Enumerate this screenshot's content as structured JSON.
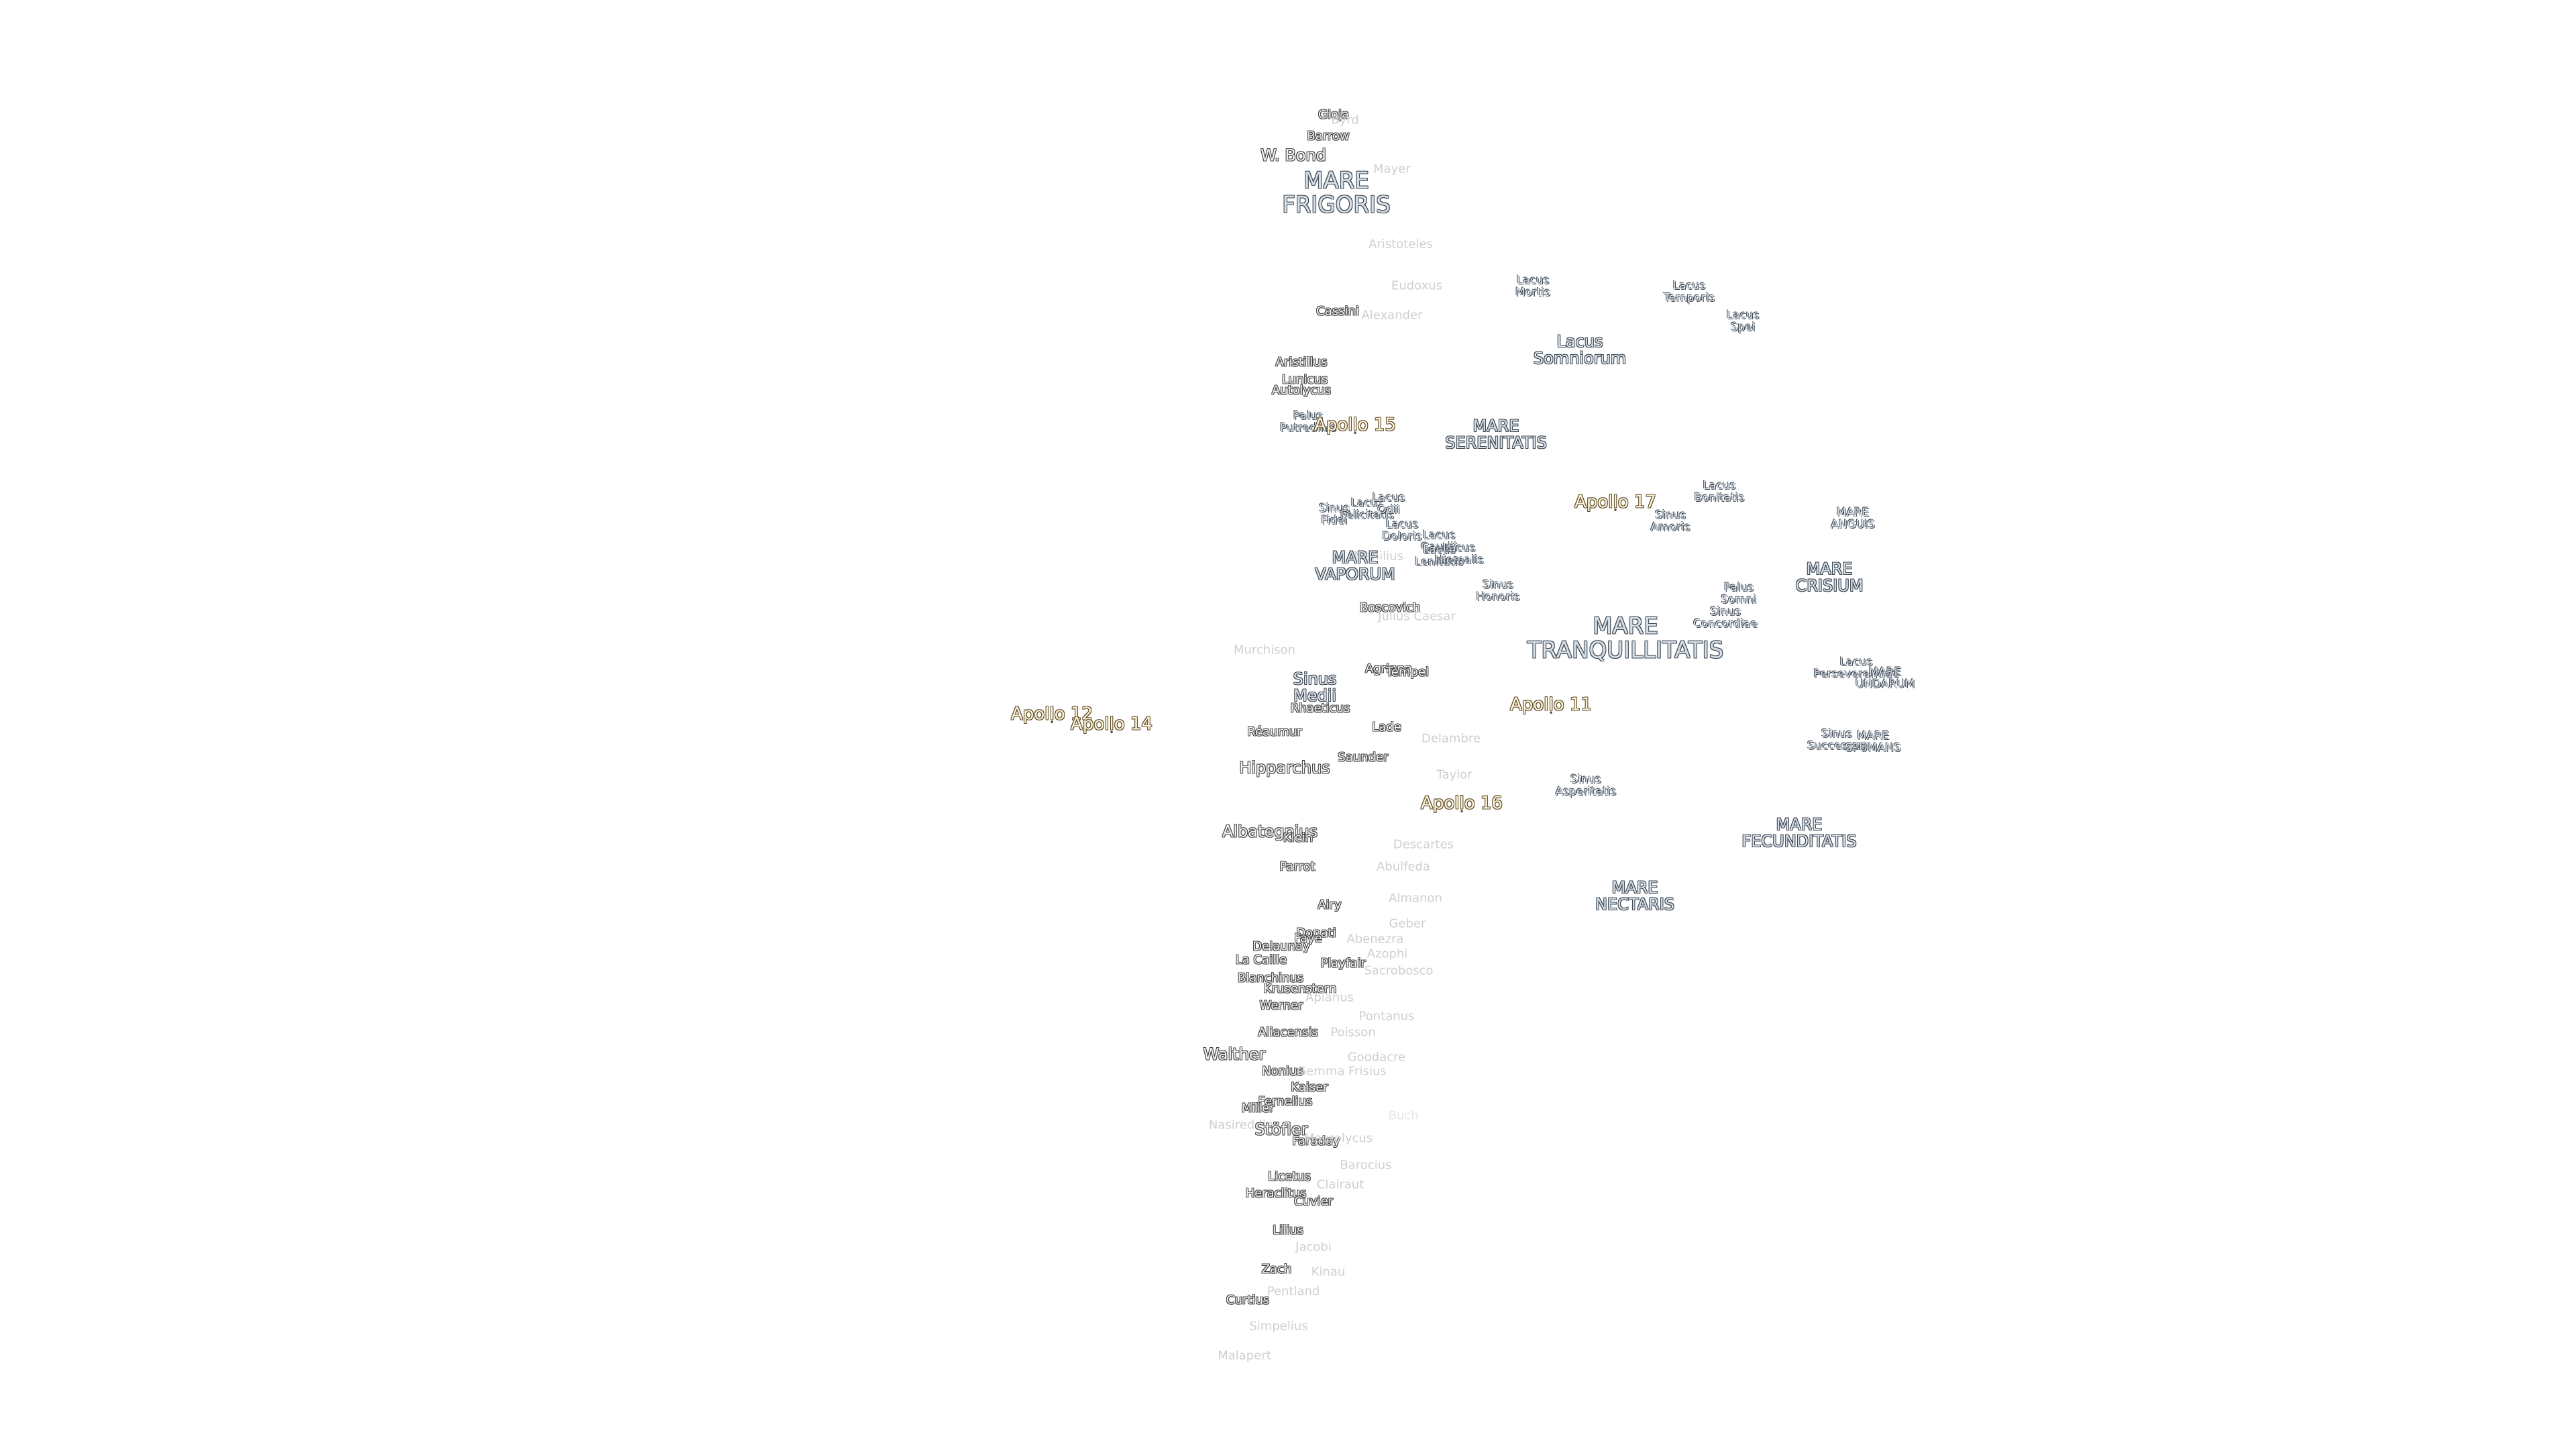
{
  "map": {
    "labels": [
      {
        "text": "Gioja",
        "kind": "crater"
      },
      {
        "text": "Byrd",
        "kind": "faint"
      },
      {
        "text": "Barrow",
        "kind": "crater"
      },
      {
        "text": "W. Bond",
        "kind": "crater-l"
      },
      {
        "text": "Mayer",
        "kind": "faint"
      },
      {
        "text": "MARE\nFRIGORIS",
        "kind": "sea"
      },
      {
        "text": "Aristoteles",
        "kind": "faint"
      },
      {
        "text": "Eudoxus",
        "kind": "faint"
      },
      {
        "text": "Lacus\nMortis",
        "kind": "lake"
      },
      {
        "text": "Lacus\nTemporis",
        "kind": "lake"
      },
      {
        "text": "Lacus\nSpei",
        "kind": "lake"
      },
      {
        "text": "Cassini",
        "kind": "crater"
      },
      {
        "text": "Alexander",
        "kind": "faint"
      },
      {
        "text": "Lacus\nSomniorum",
        "kind": "lake-l"
      },
      {
        "text": "Aristillus",
        "kind": "crater"
      },
      {
        "text": "Lunicus",
        "kind": "crater"
      },
      {
        "text": "Autolycus",
        "kind": "crater"
      },
      {
        "text": "Palus\nPutredinis",
        "kind": "lake"
      },
      {
        "text": "Apollo 15",
        "kind": "apollo"
      },
      {
        "text": "MARE\nSERENITATIS",
        "kind": "sea-s"
      },
      {
        "text": "Apollo 17",
        "kind": "apollo"
      },
      {
        "text": "Lacus\nBonitatis",
        "kind": "lake"
      },
      {
        "text": "Sinus\nAmoris",
        "kind": "lake"
      },
      {
        "text": "MARE\nANGUIS",
        "kind": "lake"
      },
      {
        "text": "Sinus\nFidei",
        "kind": "lake"
      },
      {
        "text": "Lacus\nFelicitatis",
        "kind": "lake"
      },
      {
        "text": "Lacus\nOdii",
        "kind": "lake"
      },
      {
        "text": "Lacus\nDoloris",
        "kind": "lake"
      },
      {
        "text": "Lacus\nGaudii",
        "kind": "lake"
      },
      {
        "text": "Lacus\nLenitatis",
        "kind": "lake"
      },
      {
        "text": "Lacus\nHiemalis",
        "kind": "lake"
      },
      {
        "text": "Manilius",
        "kind": "faint"
      },
      {
        "text": "MARE\nVAPORUM",
        "kind": "sea-s"
      },
      {
        "text": "Sinus\nHonoris",
        "kind": "lake"
      },
      {
        "text": "Palus\nSomni",
        "kind": "lake"
      },
      {
        "text": "Sinus\nConcordiae",
        "kind": "lake"
      },
      {
        "text": "MARE\nCRISIUM",
        "kind": "sea-s"
      },
      {
        "text": "Boscovich",
        "kind": "crater"
      },
      {
        "text": "Julius Caesar",
        "kind": "faint"
      },
      {
        "text": "MARE\nTRANQUILLITATIS",
        "kind": "sea"
      },
      {
        "text": "Murchison",
        "kind": "faint"
      },
      {
        "text": "Agrippa",
        "kind": "crater"
      },
      {
        "text": "Tempel",
        "kind": "crater"
      },
      {
        "text": "Sinus\nMedii",
        "kind": "lake-l"
      },
      {
        "text": "Rhaeticus",
        "kind": "crater"
      },
      {
        "text": "Lacus\nPerseverantiae",
        "kind": "lake"
      },
      {
        "text": "MARE\nUNDARUM",
        "kind": "lake"
      },
      {
        "text": "Apollo 11",
        "kind": "apollo"
      },
      {
        "text": "Apollo 12",
        "kind": "apollo"
      },
      {
        "text": "Apollo 14",
        "kind": "apollo"
      },
      {
        "text": "Réaumur",
        "kind": "crater"
      },
      {
        "text": "Lade",
        "kind": "crater"
      },
      {
        "text": "Delambre",
        "kind": "faint"
      },
      {
        "text": "Sinus\nSuccessus",
        "kind": "lake"
      },
      {
        "text": "MARE\nSPUMANS",
        "kind": "lake"
      },
      {
        "text": "Saunder",
        "kind": "crater"
      },
      {
        "text": "Hipparchus",
        "kind": "crater-l"
      },
      {
        "text": "Taylor",
        "kind": "faint"
      },
      {
        "text": "Sinus\nAsperitatis",
        "kind": "lake"
      },
      {
        "text": "Apollo 16",
        "kind": "apollo"
      },
      {
        "text": "Albategnius",
        "kind": "crater-l"
      },
      {
        "text": "Klein",
        "kind": "crater"
      },
      {
        "text": "MARE\nFECUNDITATIS",
        "kind": "sea-s"
      },
      {
        "text": "Descartes",
        "kind": "faint"
      },
      {
        "text": "Parrot",
        "kind": "crater"
      },
      {
        "text": "Abulfeda",
        "kind": "faint"
      },
      {
        "text": "MARE\nNECTARIS",
        "kind": "sea-s"
      },
      {
        "text": "Airy",
        "kind": "crater"
      },
      {
        "text": "Almanon",
        "kind": "faint"
      },
      {
        "text": "Geber",
        "kind": "faint"
      },
      {
        "text": "Donati",
        "kind": "crater"
      },
      {
        "text": "Faye",
        "kind": "crater"
      },
      {
        "text": "Abenezra",
        "kind": "faint"
      },
      {
        "text": "Delaunay",
        "kind": "crater"
      },
      {
        "text": "Azophi",
        "kind": "faint"
      },
      {
        "text": "La Caille",
        "kind": "crater"
      },
      {
        "text": "Playfair",
        "kind": "crater"
      },
      {
        "text": "Sacrobosco",
        "kind": "faint"
      },
      {
        "text": "Blanchinus",
        "kind": "crater"
      },
      {
        "text": "Krusenstern",
        "kind": "crater"
      },
      {
        "text": "Apianus",
        "kind": "faint"
      },
      {
        "text": "Werner",
        "kind": "crater"
      },
      {
        "text": "Pontanus",
        "kind": "faint"
      },
      {
        "text": "Aliacensis",
        "kind": "crater"
      },
      {
        "text": "Poisson",
        "kind": "faint"
      },
      {
        "text": "Walther",
        "kind": "crater-l"
      },
      {
        "text": "Goodacre",
        "kind": "faint"
      },
      {
        "text": "Nonius",
        "kind": "crater"
      },
      {
        "text": "Gemma Frisius",
        "kind": "faint"
      },
      {
        "text": "Kaiser",
        "kind": "crater"
      },
      {
        "text": "Fernelius",
        "kind": "crater"
      },
      {
        "text": "Miller",
        "kind": "crater"
      },
      {
        "text": "Buch",
        "kind": "faint-x"
      },
      {
        "text": "Nasireddin",
        "kind": "faint"
      },
      {
        "text": "Stöfler",
        "kind": "crater-l"
      },
      {
        "text": "Faraday",
        "kind": "crater"
      },
      {
        "text": "Maurolycus",
        "kind": "faint"
      },
      {
        "text": "Barocius",
        "kind": "faint"
      },
      {
        "text": "Licetus",
        "kind": "crater"
      },
      {
        "text": "Clairaut",
        "kind": "faint"
      },
      {
        "text": "Heraclitus",
        "kind": "crater"
      },
      {
        "text": "Cuvier",
        "kind": "crater"
      },
      {
        "text": "Lilius",
        "kind": "crater"
      },
      {
        "text": "Jacobi",
        "kind": "faint"
      },
      {
        "text": "Zach",
        "kind": "crater"
      },
      {
        "text": "Kinau",
        "kind": "faint"
      },
      {
        "text": "Pentland",
        "kind": "faint"
      },
      {
        "text": "Curtius",
        "kind": "crater"
      },
      {
        "text": "Simpelius",
        "kind": "faint"
      },
      {
        "text": "Malapert",
        "kind": "faint"
      }
    ]
  }
}
